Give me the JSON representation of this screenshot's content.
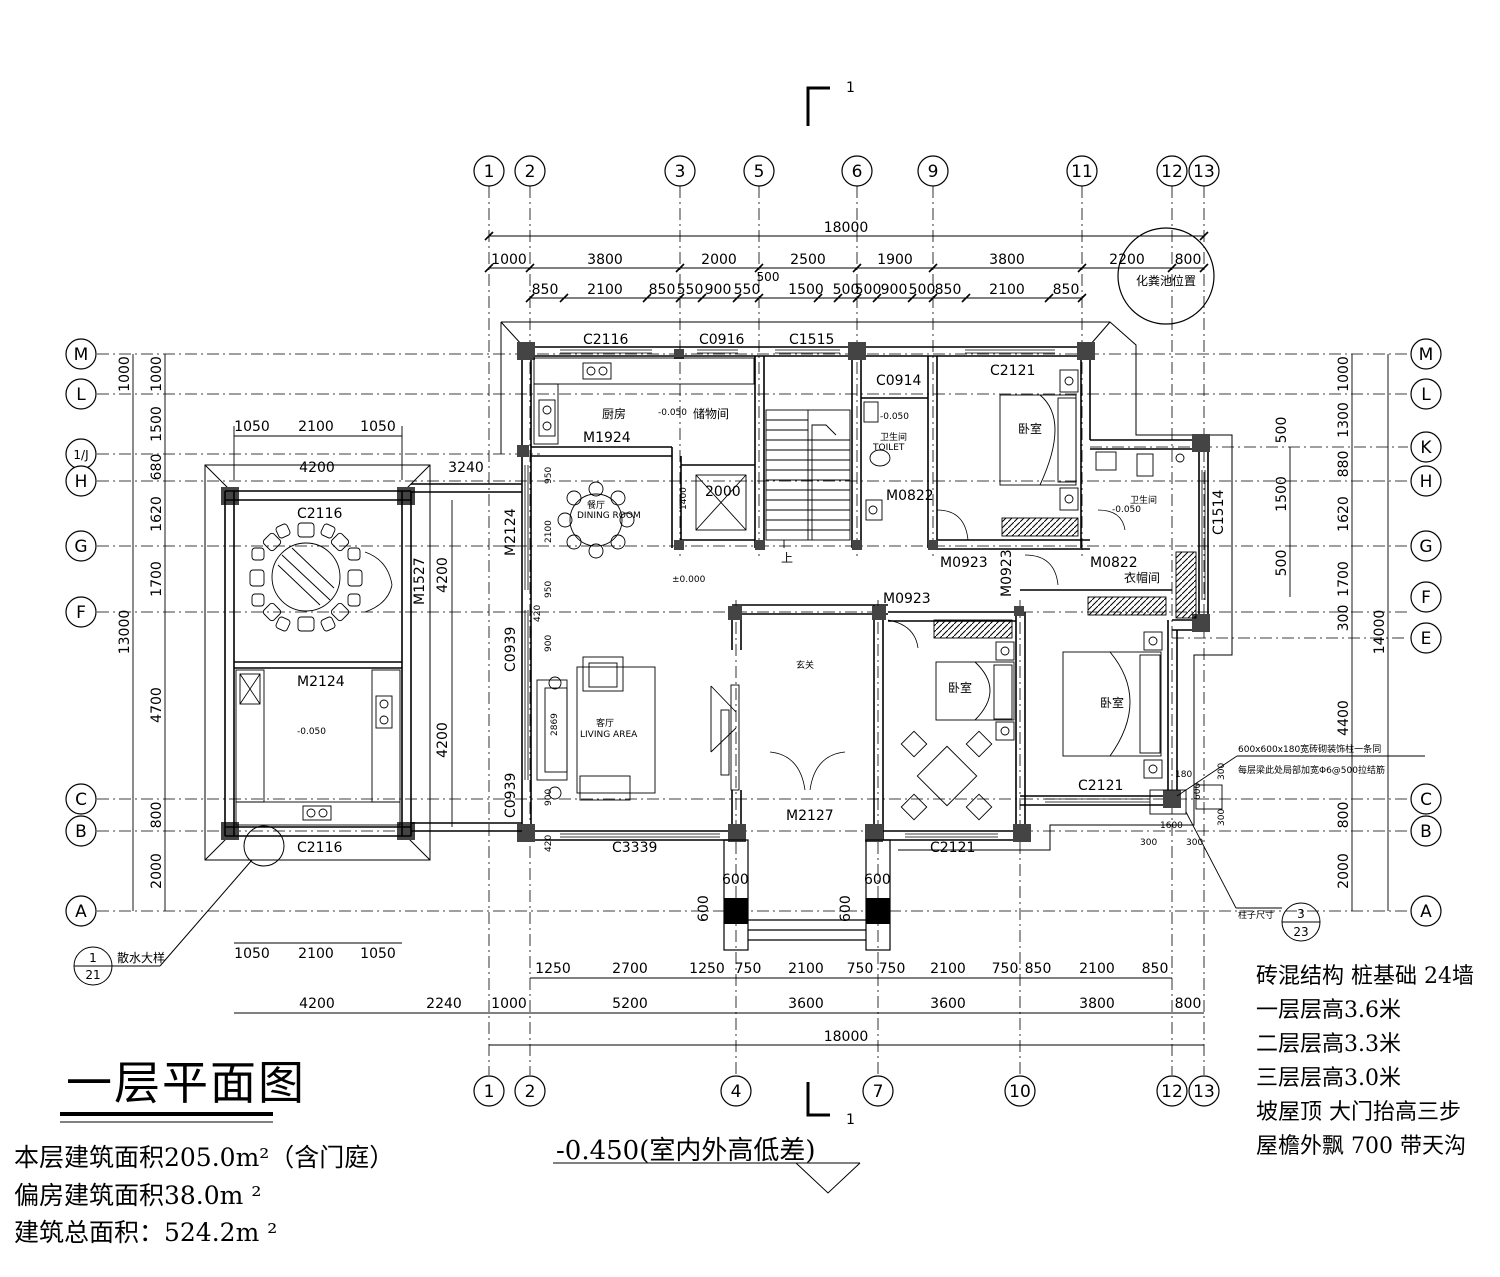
{
  "drawing": {
    "title": "一层平面图",
    "area_lines": [
      "本层建筑面积205.0m²（含门庭）",
      "偏房建筑面积38.0m ²",
      "建筑总面积：524.2m ²"
    ],
    "level_note": "-0.450(室内外高低差)",
    "notes": [
      "砖混结构 桩基础 24墙",
      "一层层高3.6米",
      "二层层高3.3米",
      "三层层高3.0米",
      "坡屋顶 大门抬高三步",
      "屋檐外飘 700 带天沟"
    ],
    "section_mark": "1",
    "septic_note": "化粪池位置",
    "column_note_1": "600x600x180宽砖砌装饰柱一条同",
    "column_note_2": "每层梁此处局部加宽Φ6@500拉结筋",
    "column_size_label": "柱子尺寸",
    "detail_ref": {
      "top": "3",
      "bottom": "23"
    },
    "scatter_label": "散水大样",
    "scatter_ref": {
      "top": "1",
      "bottom": "21"
    }
  },
  "axes_top": [
    "1",
    "2",
    "3",
    "5",
    "6",
    "9",
    "11",
    "12",
    "13"
  ],
  "axes_bottom": [
    "1",
    "2",
    "4",
    "7",
    "10",
    "12",
    "13"
  ],
  "axes_left": [
    "M",
    "L",
    "1/J",
    "H",
    "G",
    "F",
    "C",
    "B",
    "A"
  ],
  "axes_right": [
    "M",
    "L",
    "K",
    "H",
    "G",
    "F",
    "E",
    "C",
    "B",
    "A"
  ],
  "dims": {
    "top_total": "18000",
    "top_row1": [
      "1000",
      "3800",
      "2000",
      "2500",
      "1900",
      "3800",
      "2200",
      "800"
    ],
    "top_row2": [
      "850",
      "2100",
      "850",
      "550",
      "900",
      "550",
      "1500",
      "500",
      "500",
      "900",
      "500",
      "850",
      "2100",
      "850"
    ],
    "top_mid": "500",
    "bottom_row1": [
      "1250",
      "2700",
      "1250",
      "750",
      "2100",
      "750",
      "750",
      "2100",
      "750",
      "850",
      "2100",
      "850"
    ],
    "bottom_row2": [
      "4200",
      "2240",
      "1000",
      "5200",
      "3600",
      "3600",
      "3800",
      "800"
    ],
    "bottom_total": "18000",
    "wing_top": [
      "1050",
      "2100",
      "1050"
    ],
    "wing_width": "4200",
    "wing_gap": "3240",
    "wing_bottom": [
      "1050",
      "2100",
      "1050"
    ],
    "left_col1": [
      "1000",
      "1500",
      "680",
      "1620",
      "1700",
      "4700",
      "800",
      "2000"
    ],
    "left_total": "13000",
    "left_col2": [
      "1000",
      "1500"
    ],
    "wing_vert": [
      "4200",
      "4200"
    ],
    "right_col1": [
      "1000",
      "1300",
      "880",
      "1620",
      "1700",
      "300",
      "4400",
      "800",
      "2000"
    ],
    "right_total": "14000",
    "right_col2": [
      "500",
      "1500",
      "500"
    ]
  },
  "rooms": {
    "kitchen": "厨房",
    "storage": "储物间",
    "dining_cn": "餐厅",
    "dining_en": "DINING ROOM",
    "living_cn": "客厅",
    "living_en": "LIVING AREA",
    "foyer": "玄关",
    "bedroom": "卧室",
    "toilet_cn": "卫生间",
    "toilet_en": "TOILET",
    "closet": "衣帽间",
    "stair_up": "上"
  },
  "levels": {
    "kitchen": "-0.050",
    "toilet": "-0.050",
    "hall": "±0.000",
    "wing": "-0.050",
    "bath2": "-0.050"
  },
  "openings": {
    "c2116a": "C2116",
    "c0916": "C0916",
    "c1515": "C1515",
    "c0914": "C0914",
    "c2121a": "C2121",
    "m1924": "M1924",
    "m0822a": "M0822",
    "m0822b": "M0822",
    "m0923a": "M0923",
    "m0923b": "M0923",
    "m0923c": "M0923",
    "c1514": "C1514",
    "m2124": "M2124",
    "c0939a": "C0939",
    "c0939b": "C0939",
    "c3339": "C3339",
    "m2127": "M2127",
    "c2121b": "C2121",
    "c2121c": "C2121",
    "c2116b": "C2116",
    "m2124b": "M2124",
    "c2116c": "C2116",
    "m1527": "M1527",
    "d2000": "2000",
    "d1400": "1400",
    "d2869": "2869"
  },
  "small_dims": {
    "d950a": "950",
    "d2100": "2100",
    "d950b": "950",
    "d420a": "420",
    "d900a": "900",
    "d900b": "900",
    "d420b": "420",
    "col600a": "600",
    "col600b": "600",
    "col600c": "600",
    "col600d": "600",
    "c180": "180",
    "c300a": "300",
    "c1600": "1600",
    "c300b": "300",
    "c300c": "300",
    "c300d": "300",
    "c600e": "600"
  }
}
